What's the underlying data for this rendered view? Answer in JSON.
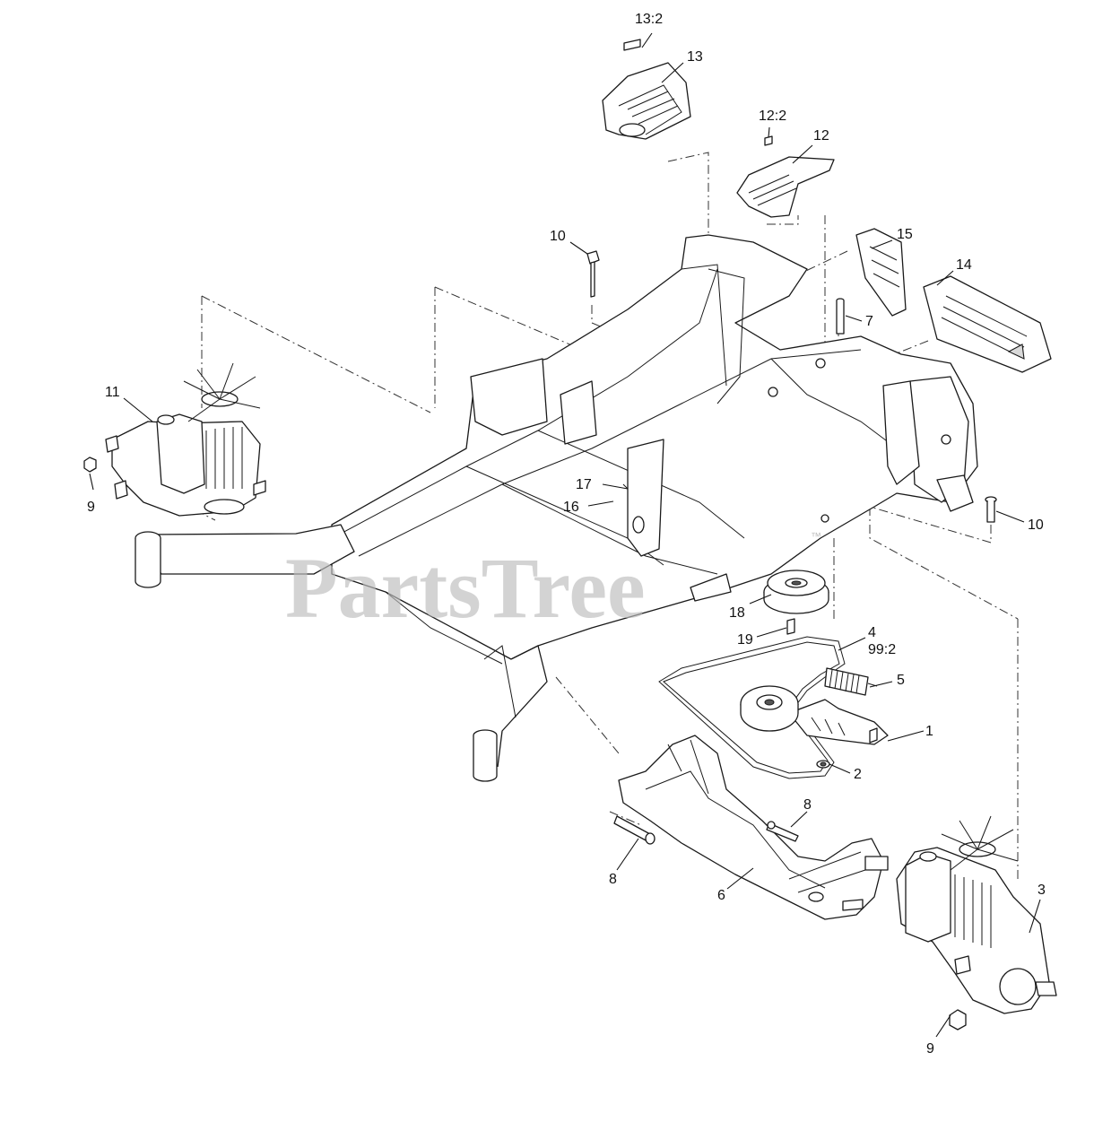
{
  "watermark": {
    "text": "PartsTree",
    "trademark": "™"
  },
  "callouts": {
    "c13_2": "13:2",
    "c13": "13",
    "c12_2": "12:2",
    "c12": "12",
    "c10_top": "10",
    "c15": "15",
    "c14": "14",
    "c7": "7",
    "c11": "11",
    "c9_left": "9",
    "c17": "17",
    "c16": "16",
    "c10_right": "10",
    "c18": "18",
    "c19": "19",
    "c4": "4",
    "c99_2": "99:2",
    "c5": "5",
    "c1": "1",
    "c2": "2",
    "c8_right": "8",
    "c8_left": "8",
    "c6": "6",
    "c3": "3",
    "c9_bottom": "9"
  }
}
